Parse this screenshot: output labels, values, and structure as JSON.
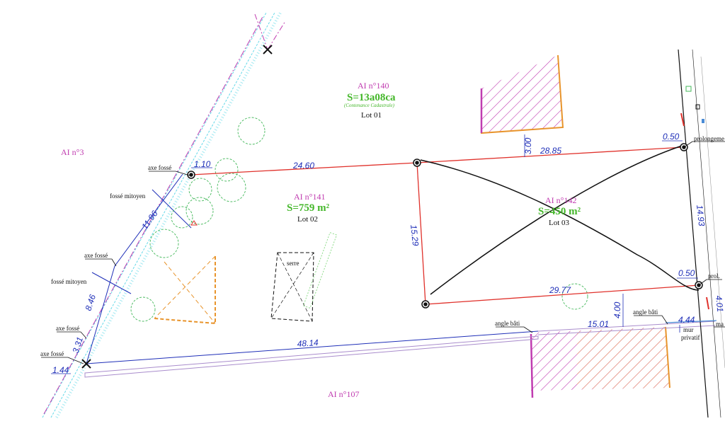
{
  "parcels": {
    "ai3": "AI n°3",
    "ai107": "AI n°107",
    "ai140": {
      "ref": "AI n°140",
      "area": "S=13a08ca",
      "note": "(Contenance Cadastrale)",
      "lot": "Lot 01"
    },
    "ai141": {
      "ref": "AI n°141",
      "area": "S=759 m²",
      "lot": "Lot 02"
    },
    "ai142": {
      "ref": "AI n°142",
      "area": "S=450 m²",
      "lot": "Lot 03"
    }
  },
  "dimensions": {
    "d_1_10": "1.10",
    "d_24_60": "24.60",
    "d_28_85": "28.85",
    "d_0_50_top": "0.50",
    "d_3_00": "3.00",
    "d_15_29": "15.29",
    "d_14_93": "14.93",
    "d_0_50_bottom": "0.50",
    "d_29_77": "29.77",
    "d_4_00": "4.00",
    "d_4_01": "4.01",
    "d_4_44": "4.44",
    "d_15_01": "15.01",
    "d_48_14": "48.14",
    "d_11_96": "11.96",
    "d_8_46": "8.46",
    "d_3_31": "3.31",
    "d_1_44": "1.44"
  },
  "labels": {
    "axe_fosse": "axe fossé",
    "fosse_mitoyen": "fossé mitoyen",
    "serre": "serre",
    "angle_bati": "angle bâti",
    "prolongement": "prolongeme",
    "prol": "prol.",
    "ma": "ma",
    "mur_privatif": "mur",
    "privatif": "privatif"
  },
  "colors": {
    "boundary": "#e0312b",
    "dimension": "#1f2fb8",
    "parcel": "#c03cb0",
    "area": "#44b72a",
    "building": "#e8942c",
    "ditch": "#62d8e8",
    "tree": "#43b85a"
  }
}
